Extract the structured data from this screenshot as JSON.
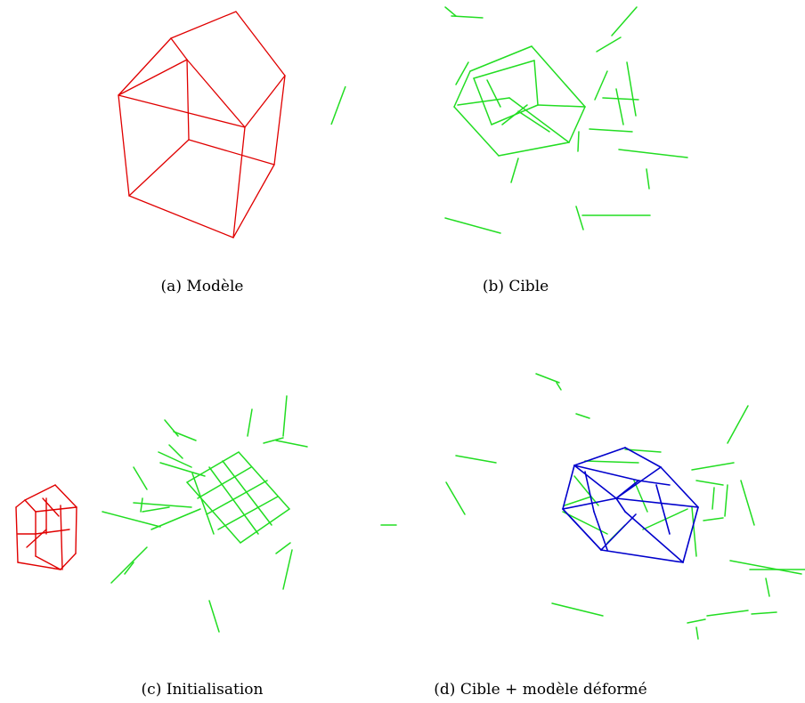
{
  "captions": {
    "a": "(a) Modèle",
    "b": "(b) Cible",
    "c": "(c) Initialisation",
    "d": "(d) Cible + modèle déformé"
  },
  "colors": {
    "model": "#e00000",
    "target": "#22dd22",
    "deformed": "#0000cc",
    "background": "#ffffff"
  }
}
